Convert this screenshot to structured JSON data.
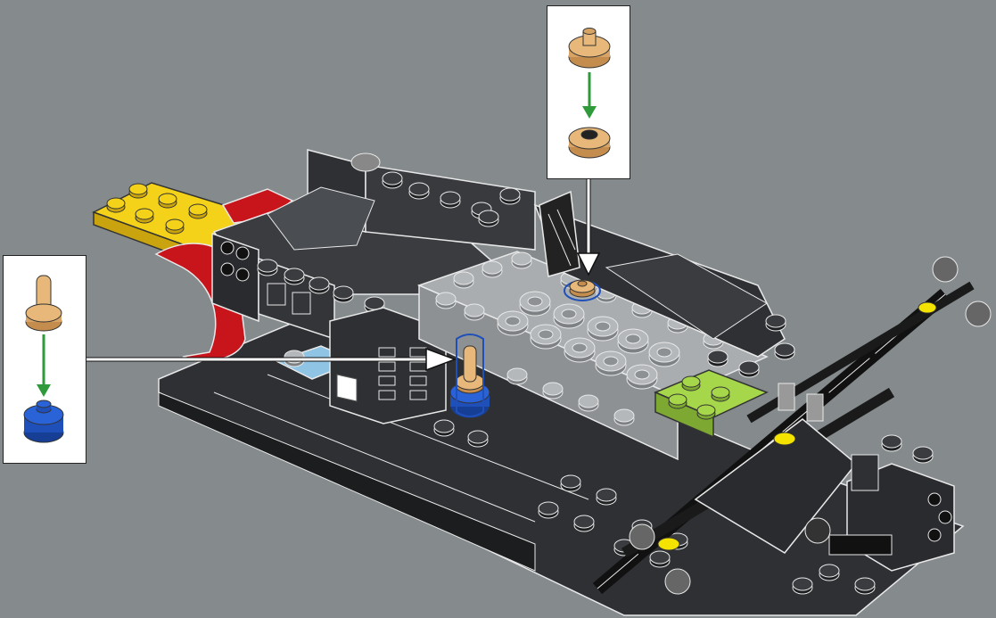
{
  "scene": {
    "background_color": "#858b8d",
    "model": "lego-vehicle-chassis-assembly",
    "colors": {
      "dark_gray": "#2e3033",
      "dark_gray_light": "#4a4d52",
      "light_gray": "#a9adb0",
      "yellow": "#f4d21a",
      "red": "#c8141b",
      "lime": "#a6d64a",
      "blue": "#1f4fb8",
      "light_blue": "#8fc4e4",
      "tan": "#e8b87a",
      "white_outline": "#e8e8e8"
    }
  },
  "callouts": [
    {
      "name": "callout-top",
      "steps": [
        {
          "part": "tan-round-plate-with-pin",
          "color": "#e8b87a"
        },
        {
          "part": "tan-round-plate-attached",
          "color": "#e8b87a"
        }
      ],
      "arrow_color": "#2e9a3a"
    },
    {
      "name": "callout-left",
      "steps": [
        {
          "part": "tan-pin-with-round-base",
          "color": "#e8b87a"
        },
        {
          "part": "blue-round-brick",
          "color": "#1f4fb8"
        }
      ],
      "arrow_color": "#2e9a3a"
    }
  ]
}
